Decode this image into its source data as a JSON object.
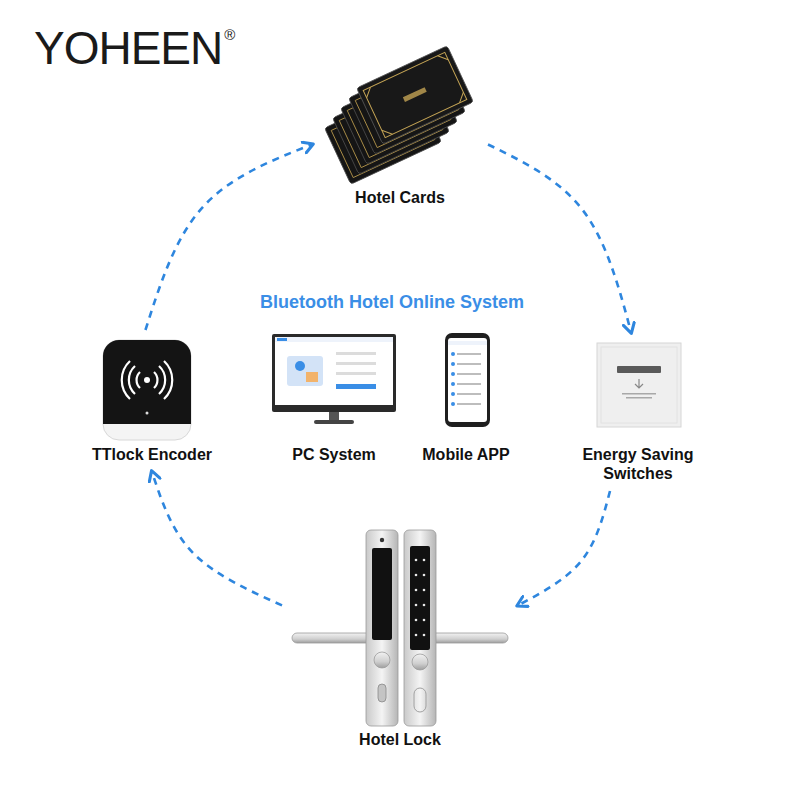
{
  "diagram": {
    "title": "Bluetooth Hotel Online System",
    "nodes": [
      {
        "text": [
          "Hotel Cards"
        ]
      },
      {
        "text": [
          "TTlock Encoder"
        ]
      },
      {
        "text": [
          "PC System"
        ]
      },
      {
        "text": [
          "Mobile APP"
        ]
      },
      {
        "text": [
          "Energy Saving Switches"
        ]
      },
      {
        "text": [
          "Hotel Lock"
        ]
      }
    ],
    "edges": [
      {
        "from": 0,
        "to": 4,
        "arrow": "to"
      },
      {
        "from": 4,
        "to": 5,
        "arrow": "to"
      },
      {
        "from": 5,
        "to": 1,
        "arrow": "to"
      },
      {
        "from": 1,
        "to": 0,
        "arrow": "to"
      }
    ],
    "labels": [
      "YOHEEN",
      "®"
    ]
  }
}
